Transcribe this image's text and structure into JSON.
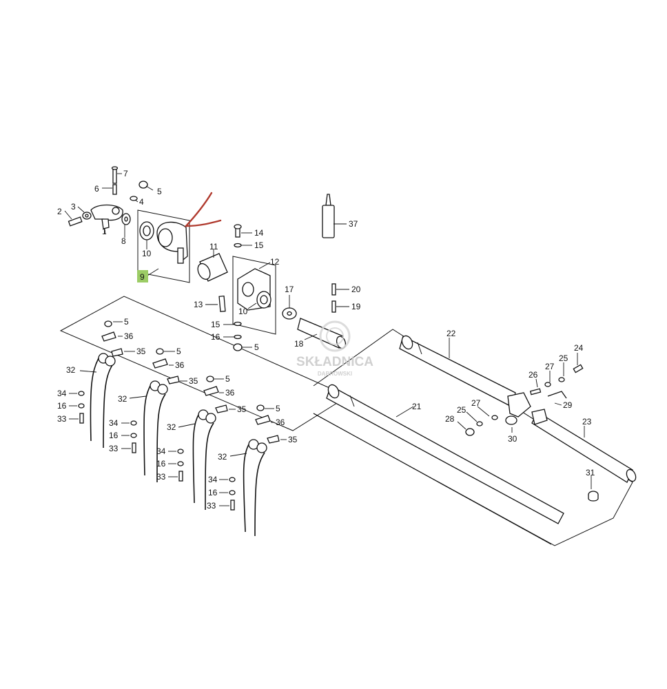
{
  "labels": {
    "p1": "1",
    "p2": "2",
    "p3": "3",
    "p4": "4",
    "p5a": "5",
    "p6": "6",
    "p7": "7",
    "p8": "8",
    "p9": "9",
    "p10a": "10",
    "p10b": "10",
    "p11": "11",
    "p12": "12",
    "p13": "13",
    "p14": "14",
    "p15a": "15",
    "p15b": "15",
    "p16a": "16",
    "p5b": "5",
    "p17": "17",
    "p18": "18",
    "p19": "19",
    "p20": "20",
    "p21": "21",
    "p22": "22",
    "p23": "23",
    "p24": "24",
    "p25a": "25",
    "p25b": "25",
    "p26": "26",
    "p27a": "27",
    "p27b": "27",
    "p28": "28",
    "p29": "29",
    "p30": "30",
    "p31": "31",
    "p37": "37",
    "g1_5": "5",
    "g1_36": "36",
    "g1_35": "35",
    "g1_32": "32",
    "g1_34": "34",
    "g1_16": "16",
    "g1_33": "33",
    "g2_5": "5",
    "g2_36": "36",
    "g2_35": "35",
    "g2_32": "32",
    "g2_34": "34",
    "g2_16": "16",
    "g2_33": "33",
    "g3_5": "5",
    "g3_36": "36",
    "g3_35": "35",
    "g3_32": "32",
    "g3_34": "34",
    "g3_16": "16",
    "g3_33": "33",
    "g4_5": "5",
    "g4_36": "36",
    "g4_35": "35",
    "g4_32": "32",
    "g4_34": "34",
    "g4_16": "16",
    "g4_33": "33"
  },
  "watermark": {
    "name": "SKŁADNICA",
    "sub": "DĄBROWSKI"
  },
  "colors": {
    "highlight": "#9ccc65",
    "arrow": "#b03a2e",
    "watermark": "#c8c8c8",
    "ink": "#111111"
  }
}
